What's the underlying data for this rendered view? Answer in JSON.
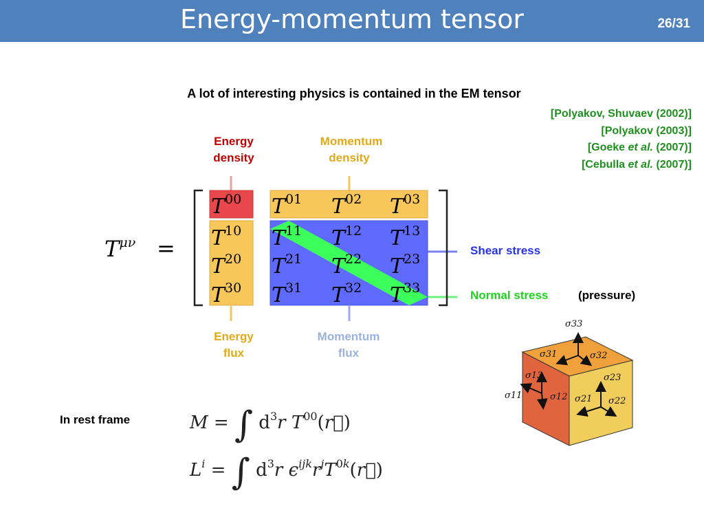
{
  "header": {
    "title": "Energy-momentum tensor",
    "page": "26/31"
  },
  "subtitle": "A lot of interesting physics is contained in the EM tensor",
  "references": [
    {
      "pre": "[Polyakov, Shuvaev (2002)]",
      "em": "",
      "post": ""
    },
    {
      "pre": "[Polyakov (2003)]",
      "em": "",
      "post": ""
    },
    {
      "pre": "[Goeke ",
      "em": "et al.",
      "post": " (2007)]"
    },
    {
      "pre": "[Cebulla ",
      "em": "et al.",
      "post": " (2007)]"
    }
  ],
  "labels": {
    "energy_density": [
      "Energy",
      "density"
    ],
    "momentum_density": [
      "Momentum",
      "density"
    ],
    "energy_flux": [
      "Energy",
      "flux"
    ],
    "momentum_flux": [
      "Momentum",
      "flux"
    ],
    "shear_stress": "Shear stress",
    "normal_stress": "Normal stress",
    "pressure": "(pressure)",
    "rest_frame": "In rest frame"
  },
  "tensor": {
    "lhs": "T",
    "lhs_sup": "μν",
    "equals": "=",
    "cells": [
      [
        "00",
        "01",
        "02",
        "03"
      ],
      [
        "10",
        "11",
        "12",
        "13"
      ],
      [
        "20",
        "21",
        "22",
        "23"
      ],
      [
        "30",
        "31",
        "32",
        "33"
      ]
    ]
  },
  "cube_labels": {
    "s33": "σ33",
    "s31": "σ31",
    "s32": "σ32",
    "s13": "σ13",
    "s23": "σ23",
    "s11": "σ11",
    "s12": "σ12",
    "s21": "σ21",
    "s22": "σ22"
  },
  "colors": {
    "header": "#4f81bd",
    "energy_density": "#e8484b",
    "energy_text": "#c00000",
    "yellow": "#f7c75a",
    "yellow_text": "#e0aa17",
    "blue": "#5f6bff",
    "green": "#3cff5c",
    "green_text": "#1fd21f",
    "shear_text": "#2733e8",
    "momentum_flux_text": "#9bb1de",
    "ref_text": "#1e8f1e"
  }
}
